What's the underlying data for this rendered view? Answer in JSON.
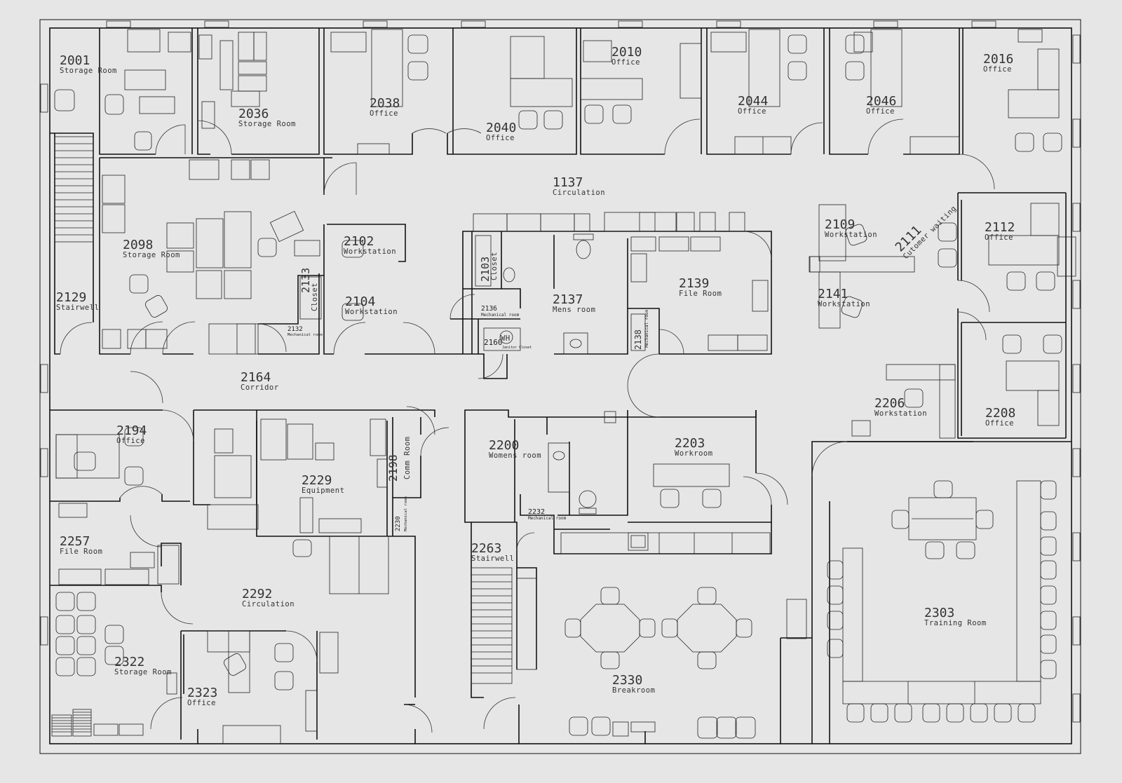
{
  "plan": {
    "rooms": [
      {
        "id": "r2001",
        "number": "2001",
        "name": "Storage Room"
      },
      {
        "id": "r2036",
        "number": "2036",
        "name": "Storage Room"
      },
      {
        "id": "r2038",
        "number": "2038",
        "name": "Office"
      },
      {
        "id": "r2040",
        "number": "2040",
        "name": "Office"
      },
      {
        "id": "r2010",
        "number": "2010",
        "name": "Office"
      },
      {
        "id": "r2044",
        "number": "2044",
        "name": "Office"
      },
      {
        "id": "r2046",
        "number": "2046",
        "name": "Office"
      },
      {
        "id": "r2016",
        "number": "2016",
        "name": "Office"
      },
      {
        "id": "r1137",
        "number": "1137",
        "name": "Circulation"
      },
      {
        "id": "r2098",
        "number": "2098",
        "name": "Storage Room"
      },
      {
        "id": "r2102",
        "number": "2102",
        "name": "Workstation"
      },
      {
        "id": "r2104",
        "number": "2104",
        "name": "Workstation"
      },
      {
        "id": "r2133",
        "number": "2133",
        "name": "Closet"
      },
      {
        "id": "r2132",
        "number": "2132",
        "name": "Mechanical room"
      },
      {
        "id": "r2103",
        "number": "2103",
        "name": "Closet"
      },
      {
        "id": "r2136",
        "number": "2136",
        "name": "Mechanical room"
      },
      {
        "id": "r2160",
        "number": "2160",
        "name": "Janitor Closet"
      },
      {
        "id": "r2137",
        "number": "2137",
        "name": "Mens room"
      },
      {
        "id": "r2138",
        "number": "2138",
        "name": "Mechanical room"
      },
      {
        "id": "r2139",
        "number": "2139",
        "name": "File Room"
      },
      {
        "id": "r2109",
        "number": "2109",
        "name": "Workstation"
      },
      {
        "id": "r2111",
        "number": "2111",
        "name": "Cutomer waiting"
      },
      {
        "id": "r2112",
        "number": "2112",
        "name": "Office"
      },
      {
        "id": "r2141",
        "number": "2141",
        "name": "Workstation"
      },
      {
        "id": "r2129",
        "number": "2129",
        "name": "Stairwell"
      },
      {
        "id": "r2164",
        "number": "2164",
        "name": "Corridor"
      },
      {
        "id": "r2206",
        "number": "2206",
        "name": "Workstation"
      },
      {
        "id": "r2208",
        "number": "2208",
        "name": "Office"
      },
      {
        "id": "r2194",
        "number": "2194",
        "name": "Office"
      },
      {
        "id": "r2229",
        "number": "2229",
        "name": "Equipment"
      },
      {
        "id": "r2198",
        "number": "2198",
        "name": "Comm Room"
      },
      {
        "id": "r2230",
        "number": "2230",
        "name": "Mechanical room"
      },
      {
        "id": "r2200",
        "number": "2200",
        "name": "Womens  room"
      },
      {
        "id": "r2232",
        "number": "2232",
        "name": "Mechanical room"
      },
      {
        "id": "r2203",
        "number": "2203",
        "name": "Workroom"
      },
      {
        "id": "r2257",
        "number": "2257",
        "name": "File Room"
      },
      {
        "id": "r2263",
        "number": "2263",
        "name": "Stairwell"
      },
      {
        "id": "r2292",
        "number": "2292",
        "name": "Circulation"
      },
      {
        "id": "r2303",
        "number": "2303",
        "name": "Training Room"
      },
      {
        "id": "r2322",
        "number": "2322",
        "name": "Storage Room"
      },
      {
        "id": "r2323",
        "number": "2323",
        "name": "Office"
      },
      {
        "id": "r2330",
        "number": "2330",
        "name": "Breakroom"
      }
    ],
    "fixture_labels": {
      "water_heater": "WH"
    }
  }
}
